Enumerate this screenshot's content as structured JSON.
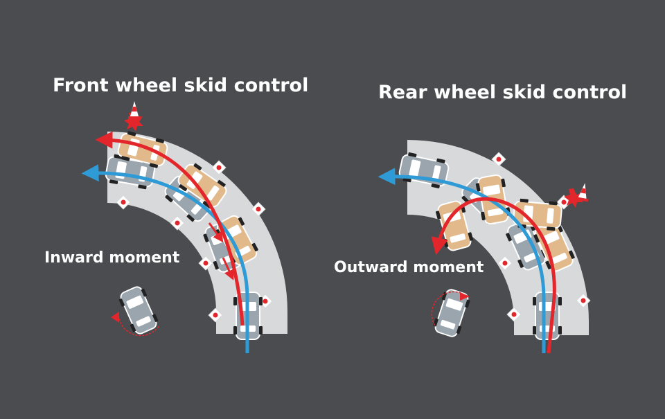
{
  "left_panel": {
    "title": "Front wheel skid control",
    "moment_label": "Inward moment"
  },
  "right_panel": {
    "title": "Rear wheel skid control",
    "moment_label": "Outward moment"
  },
  "colors": {
    "background": "#4a4c50",
    "road": "#d8d9db",
    "blue_path": "#2f9bd6",
    "red_path": "#e3262b",
    "car_gray": "#9aa5ae",
    "car_tan": "#e2b98a"
  }
}
